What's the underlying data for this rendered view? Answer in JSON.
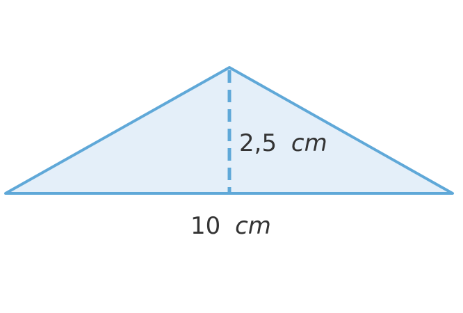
{
  "diagram": {
    "shape": "triangle",
    "height_value": "2,5",
    "height_unit": "cm",
    "base_value": "10",
    "base_unit": "cm",
    "colors": {
      "fill": "#e4eff9",
      "stroke": "#5fa8d8",
      "text": "#333333"
    }
  }
}
